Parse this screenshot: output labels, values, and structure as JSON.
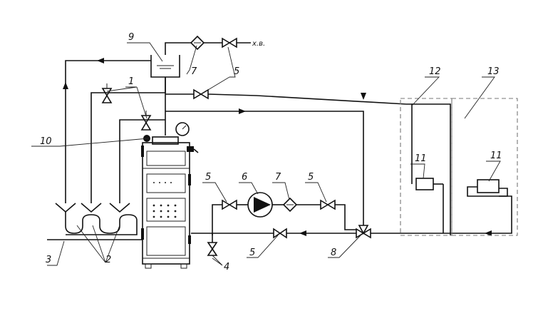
{
  "labels": {
    "l1": "1",
    "l2": "2",
    "l3": "3",
    "l4": "4",
    "l5a": "5",
    "l5b": "5",
    "l5c": "5",
    "l5d": "5",
    "l6": "6",
    "l7a": "7",
    "l7b": "7",
    "l8": "8",
    "l9": "9",
    "l10": "10",
    "l11a": "11",
    "l11b": "11",
    "l12": "12",
    "l13": "13",
    "cold_water": "х.в."
  }
}
